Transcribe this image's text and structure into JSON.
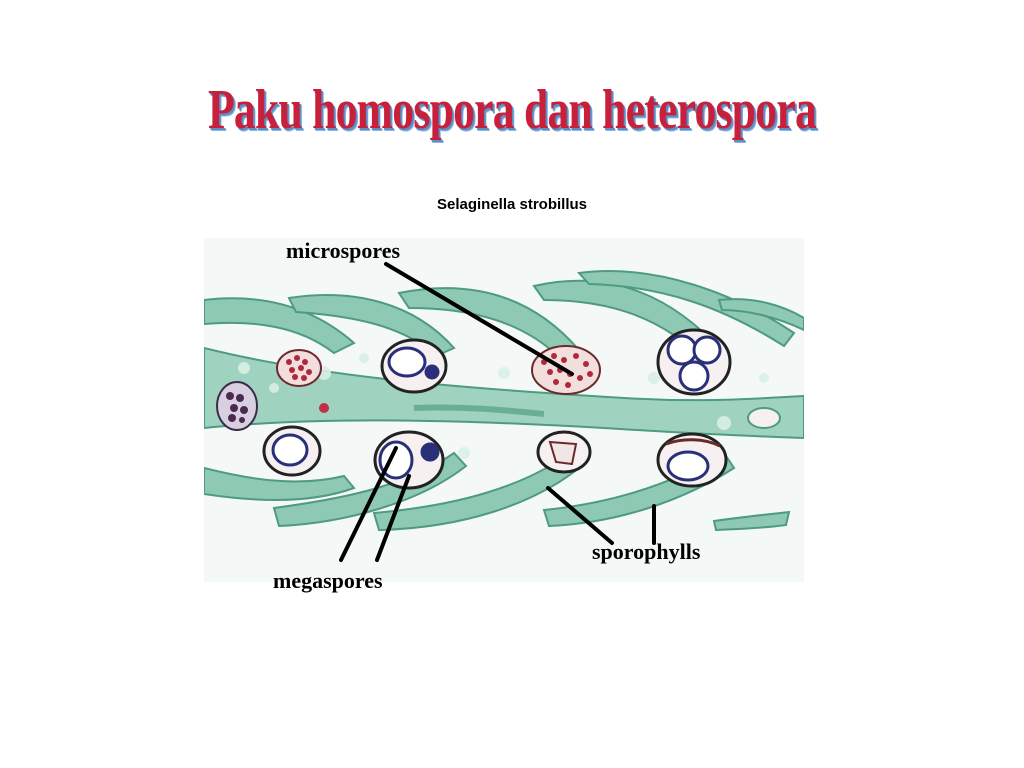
{
  "slide": {
    "title": "Paku homospora dan heterospora",
    "subtitle": "Selaginella strobillus"
  },
  "figure": {
    "labels": {
      "microspores": "microspores",
      "megaspores": "megaspores",
      "sporophylls": "sporophylls"
    },
    "colors": {
      "tissue_green": "#7cc0a6",
      "tissue_dark": "#4f9a82",
      "spore_red": "#b0283c",
      "megaspore_blue": "#2a2f7a",
      "background": "#f7faf8"
    }
  }
}
